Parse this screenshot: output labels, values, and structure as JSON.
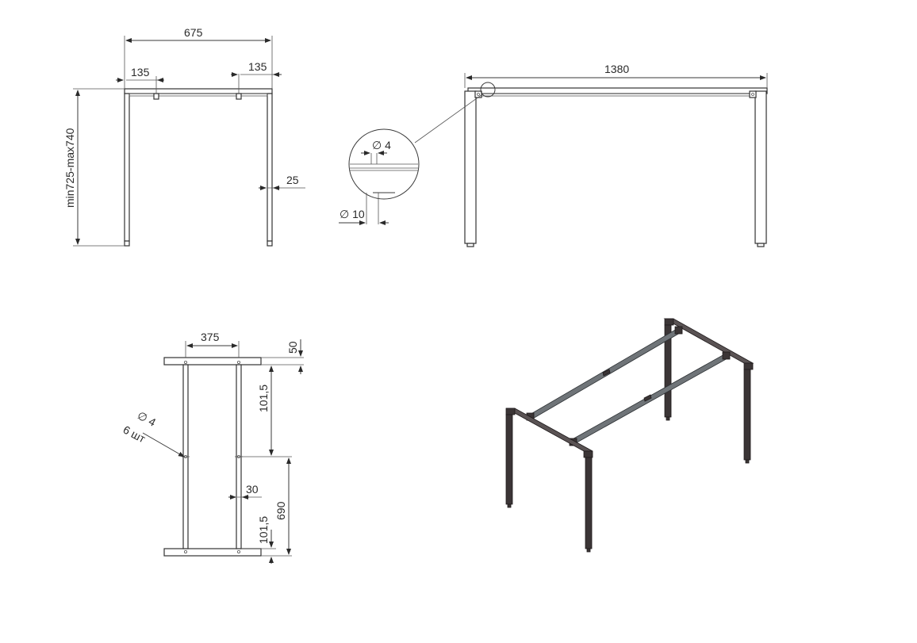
{
  "views": {
    "front": {
      "width_label": "675",
      "left_offset_label": "135",
      "right_offset_label": "135",
      "height_label": "min725-max740",
      "leg_label": "25"
    },
    "side": {
      "length_label": "1380",
      "detail_hole_label": "∅ 4",
      "detail_foot_label": "∅ 10"
    },
    "top": {
      "spacing_label": "375",
      "edge_label": "50",
      "inset_top_label": "101,5",
      "holes_label": "∅ 4",
      "holes_count_label": "6 шт",
      "rail_label": "30",
      "span_label": "690",
      "inset_bottom_label": "101,5"
    }
  },
  "colors": {
    "line": "#3a3a3a",
    "steel": "#3b3536",
    "rail": "#6f7478"
  }
}
